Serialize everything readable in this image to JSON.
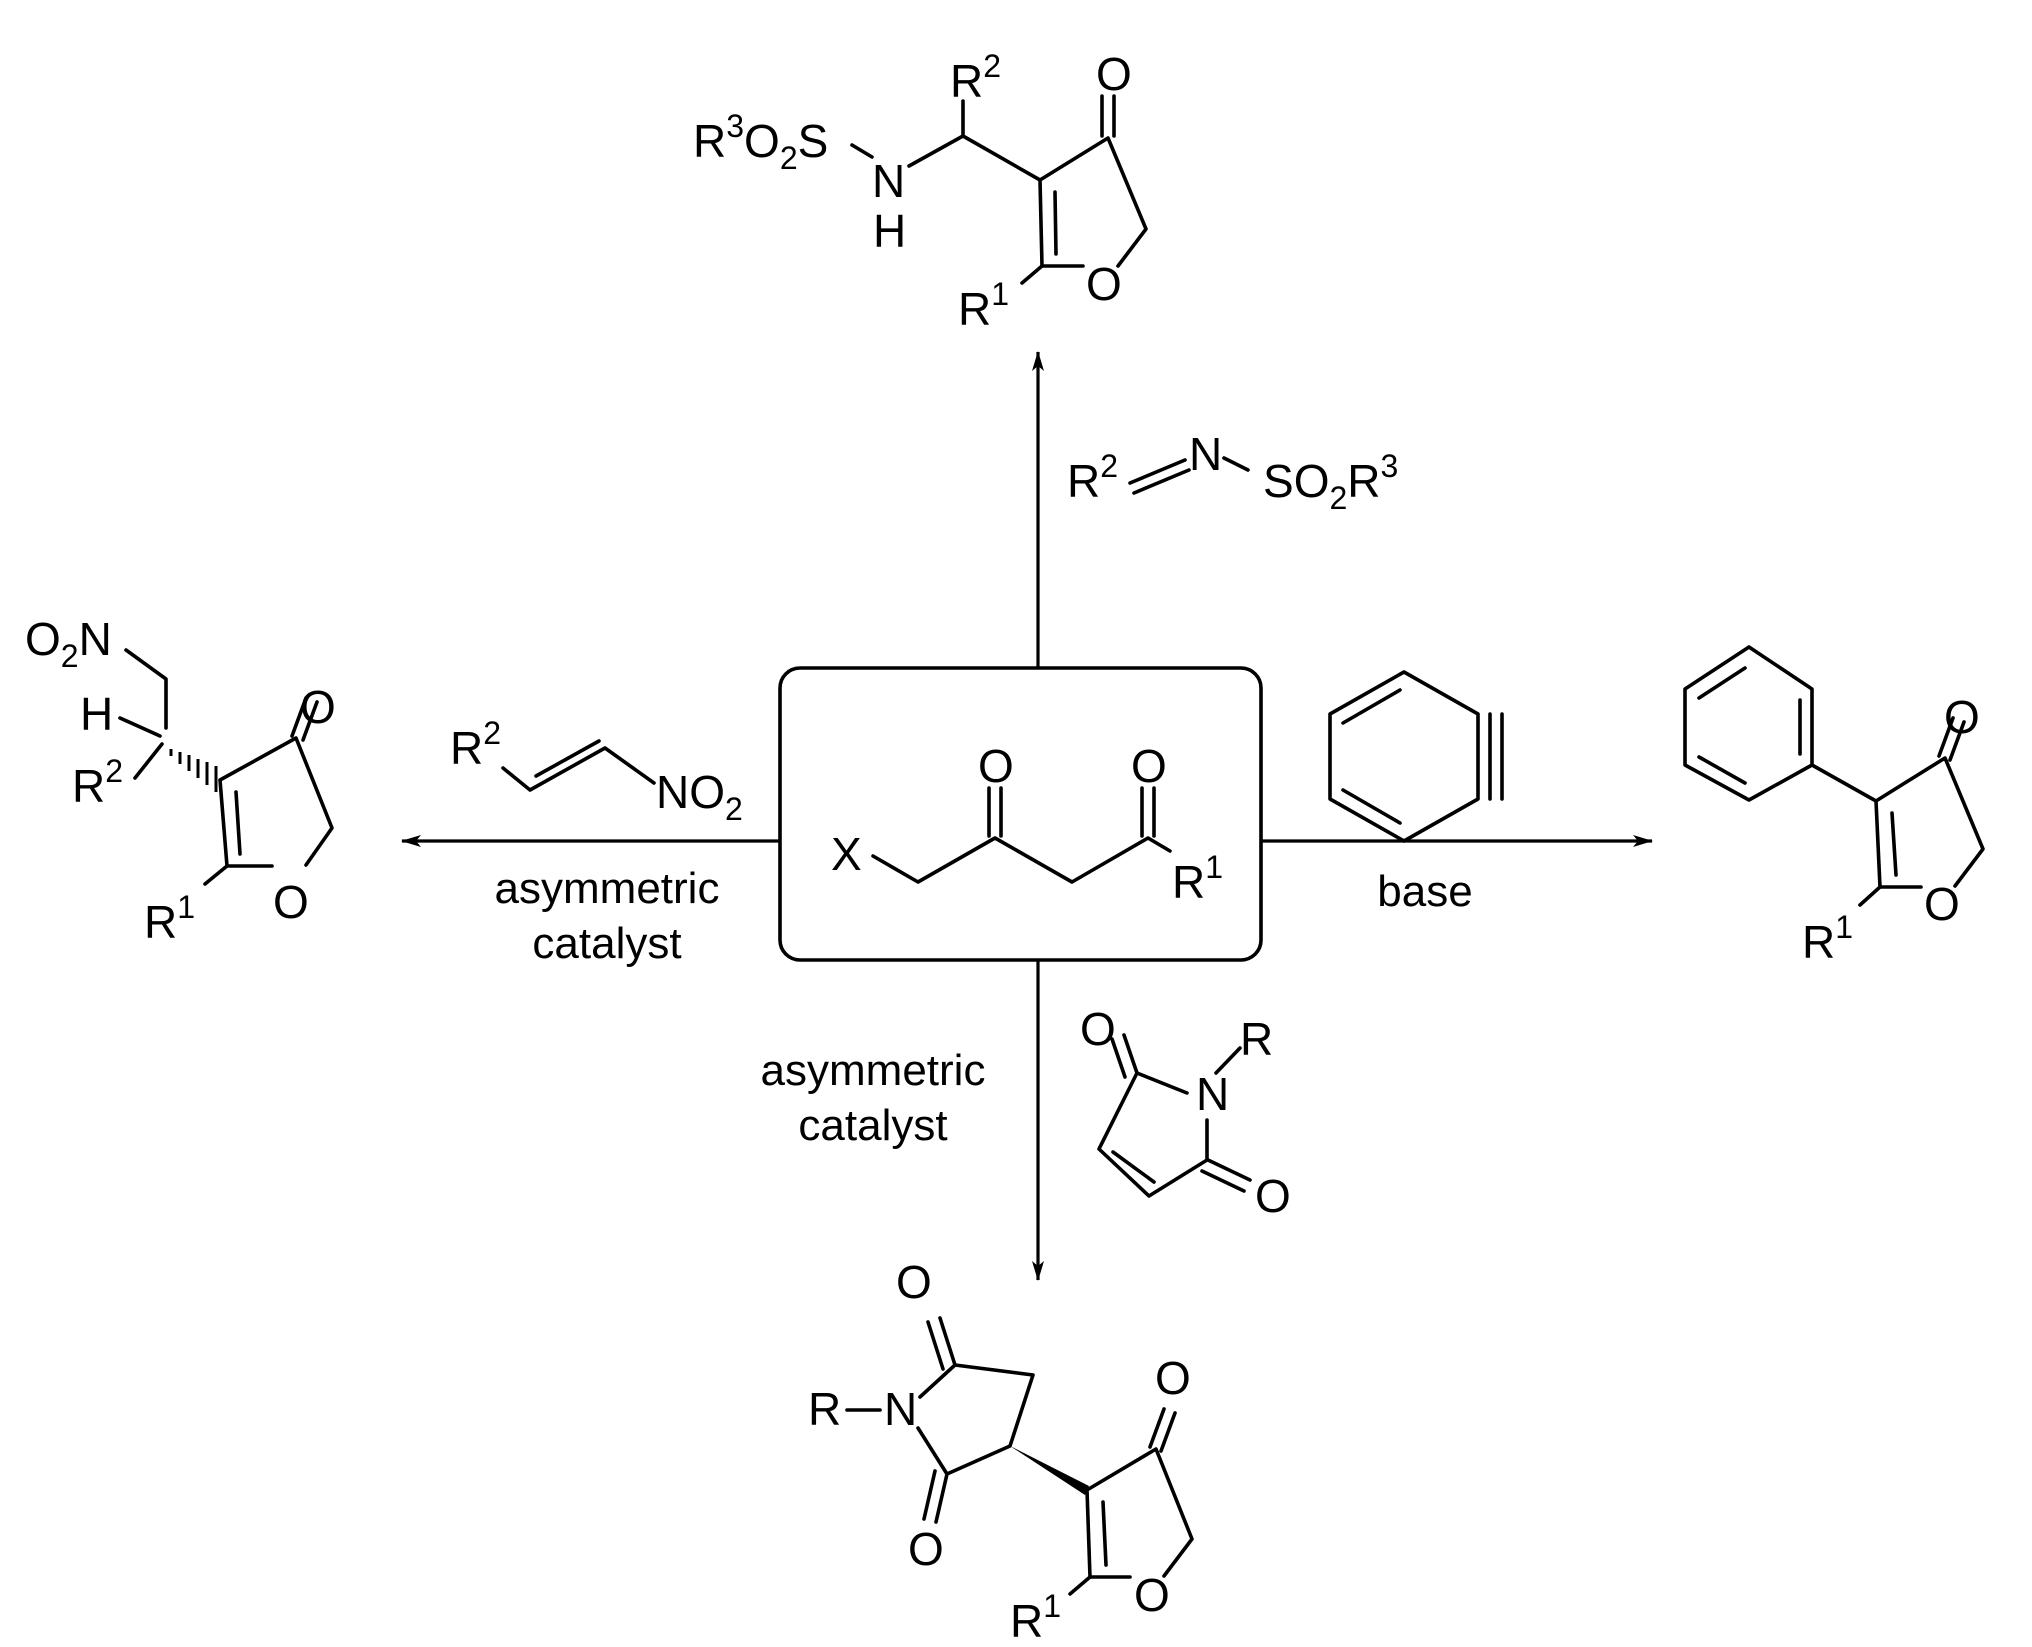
{
  "colors": {
    "ink": "#000000",
    "background": "#ffffff"
  },
  "atoms": {
    "R": "R",
    "O": "O",
    "N": "N",
    "H": "H",
    "S": "S",
    "X": "X",
    "sup1": "1",
    "sup2": "2",
    "sup3": "3",
    "sub2": "2"
  },
  "conditions": {
    "left_line1": "asymmetric",
    "left_line2": "catalyst",
    "bottom_line1": "asymmetric",
    "bottom_line2": "catalyst",
    "right": "base"
  },
  "structures": [
    "starting-material",
    "product-top-sulfonamide-furanone",
    "reagent-sulfonyl-imine",
    "product-left-nitroalkyl-furanone",
    "reagent-nitroalkene",
    "reagent-benzyne",
    "product-right-phenyl-furanone",
    "reagent-maleimide",
    "product-bottom-succinimide-furanone"
  ]
}
